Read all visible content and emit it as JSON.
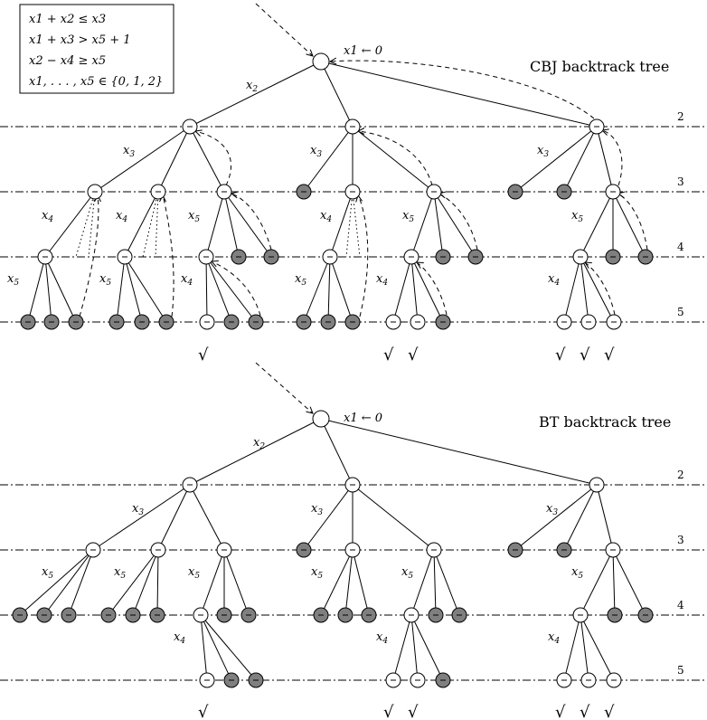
{
  "constraints": [
    "x1 + x2 ≤ x3",
    "x1 + x3 > x5 + 1",
    "x2 − x4 ≥ x5",
    "x1, . . . , x5 ∈ {0, 1, 2}"
  ],
  "trees": [
    {
      "title": "CBJ backtrack tree",
      "root_label": "x1 ← 0",
      "level_labels": [
        "2",
        "3",
        "4",
        "5"
      ],
      "checks": 6,
      "branch_labels": [
        "x2",
        "x3",
        "x3",
        "x3",
        "x4",
        "x4",
        "x5",
        "x4",
        "x5",
        "x5",
        "x5",
        "x4",
        "x5",
        "x4",
        "x4"
      ]
    },
    {
      "title": "BT backtrack tree",
      "root_label": "x1 ← 0",
      "level_labels": [
        "2",
        "3",
        "4",
        "5"
      ],
      "checks": 6,
      "branch_labels": [
        "x2",
        "x3",
        "x3",
        "x3",
        "x5",
        "x5",
        "x5",
        "x5",
        "x5",
        "x5",
        "x4",
        "x4",
        "x4"
      ]
    }
  ],
  "colors": {
    "failed_node": "#7f7f7f",
    "open_node": "#ffffff",
    "line": "#000000"
  }
}
